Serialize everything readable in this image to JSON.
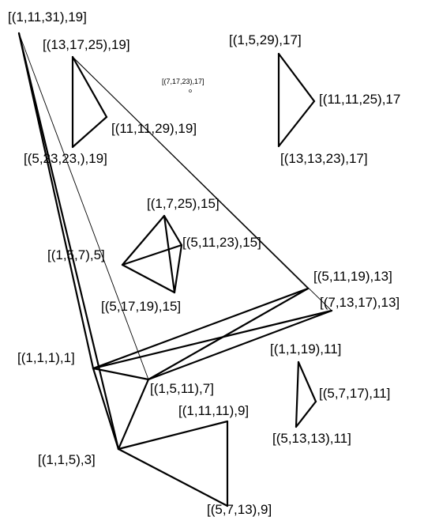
{
  "graph": {
    "nodes": {
      "n1_11_31": "[(1,11,31),19]",
      "n13_17_25": "[(13,17,25),19]",
      "n11_11_29": "[(11,11,29),19]",
      "n5_23_23": "[(5,23,23,),19]",
      "n7_17_23": "[(7,17,23),17]",
      "n1_5_29": "[(1,5,29),17]",
      "n11_11_25": "[(11,11,25),17",
      "n13_13_23": "[(13,13,23),17]",
      "n1_7_25": "[(1,7,25),15]",
      "n5_11_23": "[(5,11,23),15]",
      "n1_5_7": "[(1,5,7),5]",
      "n5_17_19": "[(5,17,19),15]",
      "n5_11_19": "[(5,11,19),13]",
      "n7_13_17": "[(7,13,17),13]",
      "n1_1_1": "[(1,1,1),1]",
      "n1_5_11": "[(1,5,11),7]",
      "n1_1_19": "[(1,1,19),11]",
      "n5_7_17": "[(5,7,17),11]",
      "n5_13_13": "[(5,13,13),11]",
      "n1_11_11": "[(1,11,11),9]",
      "n1_1_5": "[(1,1,5),3]",
      "n5_7_13": "[(5,7,13),9]"
    }
  }
}
